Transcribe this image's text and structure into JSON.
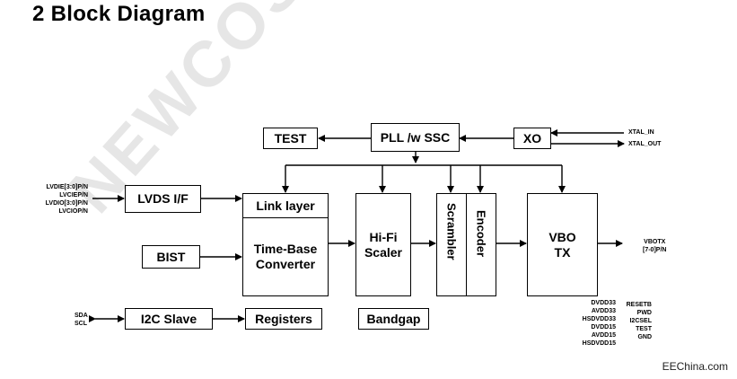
{
  "heading": "2  Block Diagram",
  "watermark": "NEWCOSEMI",
  "credit": "EEChina.com",
  "blocks": {
    "test": "TEST",
    "pll": "PLL /w SSC",
    "xo": "XO",
    "lvds": "LVDS I/F",
    "bist": "BIST",
    "link": "Link layer",
    "timebase_l1": "Time-Base",
    "timebase_l2": "Converter",
    "hifi_l1": "Hi-Fi",
    "hifi_l2": "Scaler",
    "scrambler": "Scrambler",
    "encoder": "Encoder",
    "vbo_l1": "VBO",
    "vbo_l2": "TX",
    "i2c": "I2C Slave",
    "registers": "Registers",
    "bandgap": "Bandgap"
  },
  "signals": {
    "xtal_in": "XTAL_IN",
    "xtal_out": "XTAL_OUT",
    "lvds_in": [
      "LVDIE[3:0]P/N",
      "LVCIEP/N",
      "LVDIO[3:0]P/N",
      "LVCIOP/N"
    ],
    "sda": "SDA",
    "scl": "SCL",
    "vbotx_l1": "VBOTX",
    "vbotx_l2": "[7-0]P/N",
    "power": [
      "DVDD33",
      "AVDD33",
      "HSDVDD33",
      "DVDD15",
      "AVDD15",
      "HSDVDD15"
    ],
    "control": [
      "RESETB",
      "PWD",
      "I2CSEL",
      "TEST",
      "GND"
    ]
  }
}
